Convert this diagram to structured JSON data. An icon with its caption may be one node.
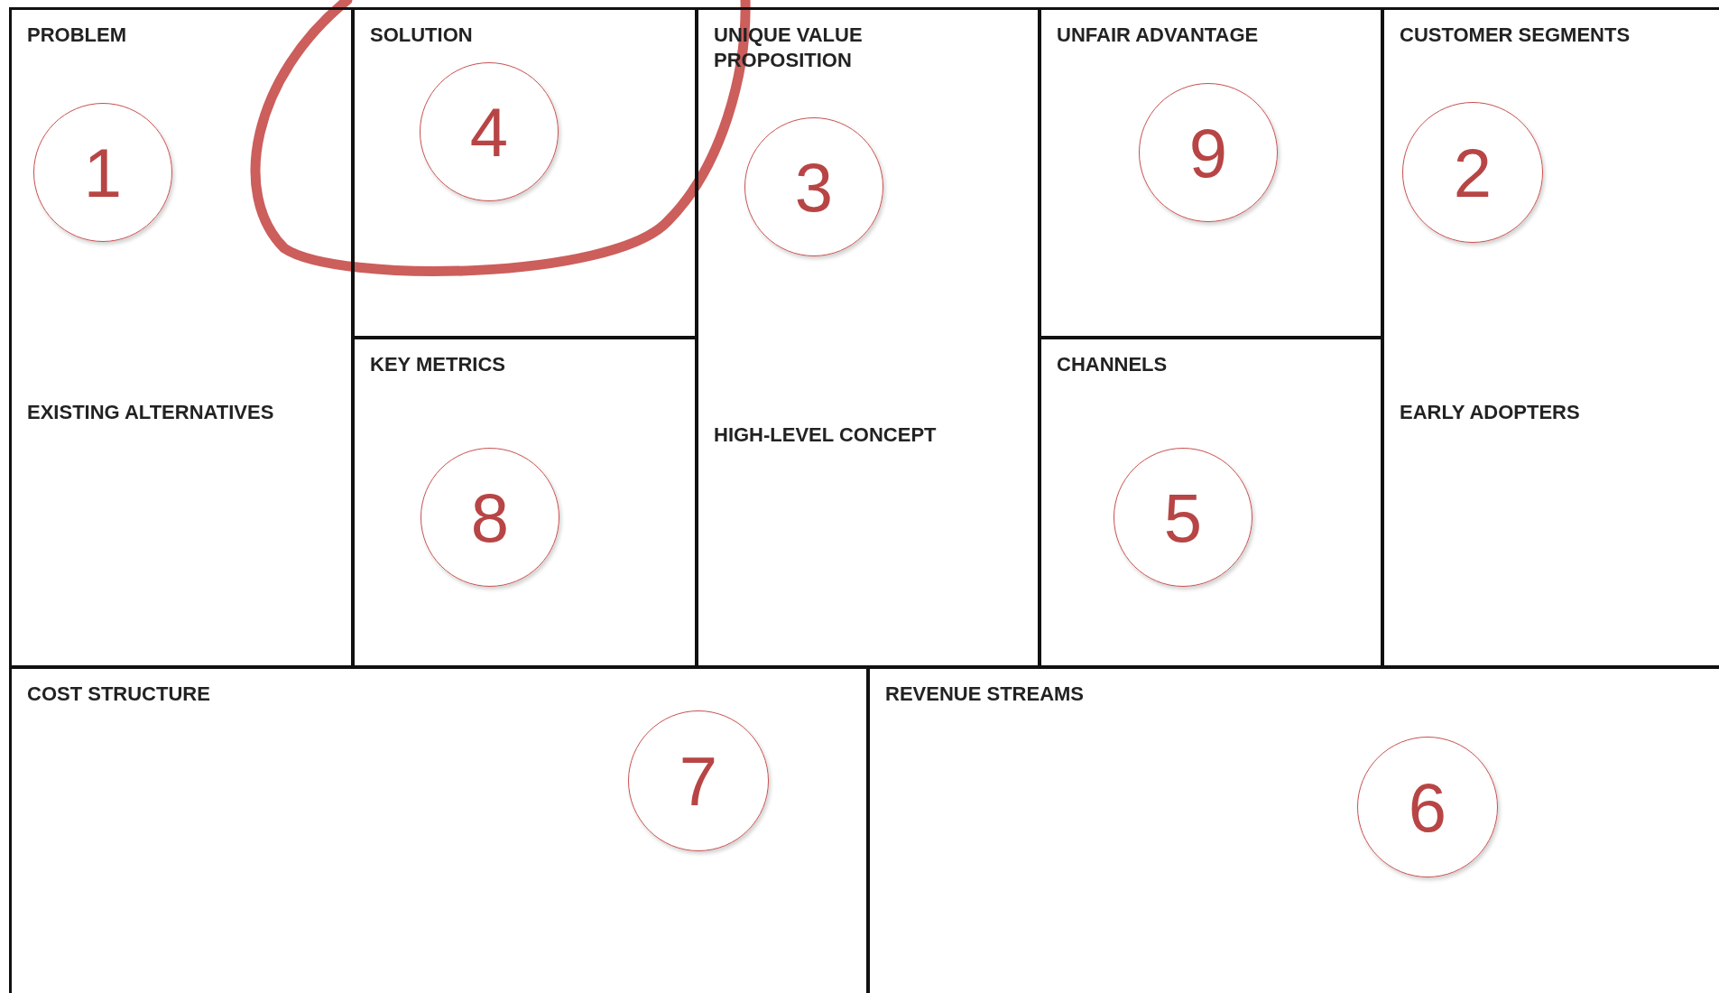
{
  "diagram": {
    "nodes": [
      {
        "text": [
          "PROBLEM",
          "EXISTING ALTERNATIVES"
        ]
      },
      {
        "text": [
          "1"
        ],
        "in": 0
      },
      {
        "text": [
          "SOLUTION"
        ]
      },
      {
        "text": [
          "4"
        ],
        "in": 2
      },
      {
        "text": [
          "KEY METRICS"
        ]
      },
      {
        "text": [
          "8"
        ],
        "in": 4
      },
      {
        "text": [
          "UNIQUE VALUE PROPOSITION",
          "HIGH-LEVEL CONCEPT"
        ]
      },
      {
        "text": [
          "3"
        ],
        "in": 6
      },
      {
        "text": [
          "UNFAIR ADVANTAGE"
        ]
      },
      {
        "text": [
          "9"
        ],
        "in": 8
      },
      {
        "text": [
          "CHANNELS"
        ]
      },
      {
        "text": [
          "5"
        ],
        "in": 10
      },
      {
        "text": [
          "CUSTOMER SEGMENTS",
          "EARLY ADOPTERS"
        ]
      },
      {
        "text": [
          "2"
        ],
        "in": 12
      },
      {
        "text": [
          "COST STRUCTURE"
        ]
      },
      {
        "text": [
          "7"
        ],
        "in": 14
      },
      {
        "text": [
          "REVENUE STREAMS"
        ]
      },
      {
        "text": [
          "6"
        ],
        "in": 16
      }
    ]
  }
}
